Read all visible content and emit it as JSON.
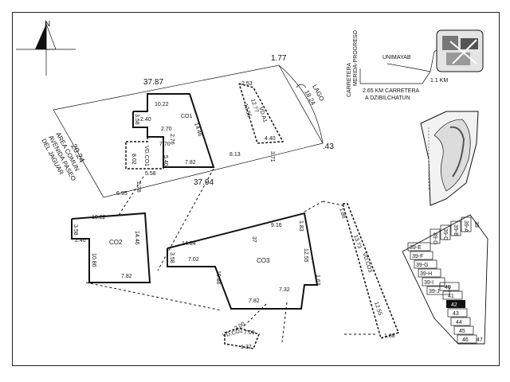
{
  "north": {
    "label": "N"
  },
  "overview": {
    "edge_top": "37.87",
    "edge_bottom": "37.94",
    "edge_left": "20.24",
    "corner_tr": "1.77",
    "corner_br": ".43",
    "lake_label": "LAGO",
    "lake_dim": "18.24",
    "avenue": [
      "AREA COMUN",
      "AVENIDA PASEO",
      "DEL JAGUAR"
    ],
    "co1_label": "CO1",
    "co1_dims": [
      "10.22",
      "2.40",
      "3.58",
      "14.46",
      "2.70",
      "7.70",
      "2.76",
      "7.82"
    ],
    "vdco1_label": "VD.CO1",
    "vdco1_dims": [
      "8.02",
      "5.58",
      "5.40"
    ],
    "villa_label": "VD.A1",
    "villa_dims": [
      "2.53",
      "12.77",
      "12.55",
      "4.40"
    ],
    "misc_dims": [
      "8.13",
      "3.71",
      "6.95",
      "2.78"
    ]
  },
  "co2": {
    "label": "CO2",
    "dims": [
      "10.22",
      "3.58",
      "2.40",
      "14.46",
      "10.86",
      "7.82"
    ]
  },
  "co3": {
    "label": "CO3",
    "dims": [
      "14.84",
      "3.58",
      "7.02",
      "37",
      "9.16",
      "1.83",
      "12.55",
      "10.86",
      "7.82",
      "7.32",
      "1.63"
    ]
  },
  "vdco2": {
    "label": "VD.CO2",
    "dims": [
      "7.09",
      "1.37",
      "2.00"
    ]
  },
  "vdco3": {
    "label": "VD.CO3",
    "dims": [
      "1.86",
      "13.73",
      "12.55",
      "1.88"
    ]
  },
  "location": {
    "road1": [
      "CARRETERA",
      "MERIDA-PROGRESO"
    ],
    "unimayab": "UNIMAYAB",
    "km1": "1.1 KM",
    "road2": [
      "2.65 KM CARRETERA",
      "A DZIBILCHATUN"
    ]
  },
  "lots": [
    "39-E",
    "39-F",
    "39-G",
    "39-H",
    "39-I",
    "39-J",
    "40",
    "41",
    "42",
    "43",
    "44",
    "45",
    "46",
    "47",
    "39-D",
    "39-C",
    "39-B",
    "39-A",
    "39"
  ]
}
